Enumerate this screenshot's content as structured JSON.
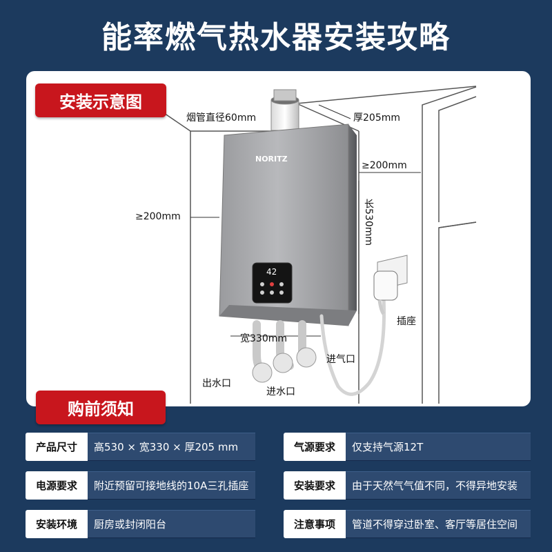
{
  "title": "能率燃气热水器安装攻略",
  "diagram": {
    "badge": "安装示意图",
    "brand": "NORITZ",
    "display_value": "42",
    "labels": {
      "flue": "烟管直径60mm",
      "depth": "厚205mm",
      "right_clearance": "≥200mm",
      "left_clearance": "≥200mm",
      "height": "长530mm",
      "width": "宽330mm",
      "socket": "插座",
      "gas_inlet": "进气口",
      "water_outlet": "出水口",
      "water_inlet": "进水口"
    }
  },
  "notes": {
    "badge": "购前须知",
    "rows": [
      {
        "key": "产品尺寸",
        "value": "高530 × 宽330 × 厚205 mm"
      },
      {
        "key": "气源要求",
        "value": "仅支持气源12T"
      },
      {
        "key": "电源要求",
        "value": "附近预留可接地线的10A三孔插座"
      },
      {
        "key": "安装要求",
        "value": "由于天然气气值不同，不得异地安装"
      },
      {
        "key": "安装环境",
        "value": "厨房或封闭阳台"
      },
      {
        "key": "注意事项",
        "value": "管道不得穿过卧室、客厅等居住空间"
      }
    ]
  },
  "colors": {
    "background": "#1c3a5e",
    "badge_red": "#c8161d",
    "value_bar": "#2e4a70"
  }
}
